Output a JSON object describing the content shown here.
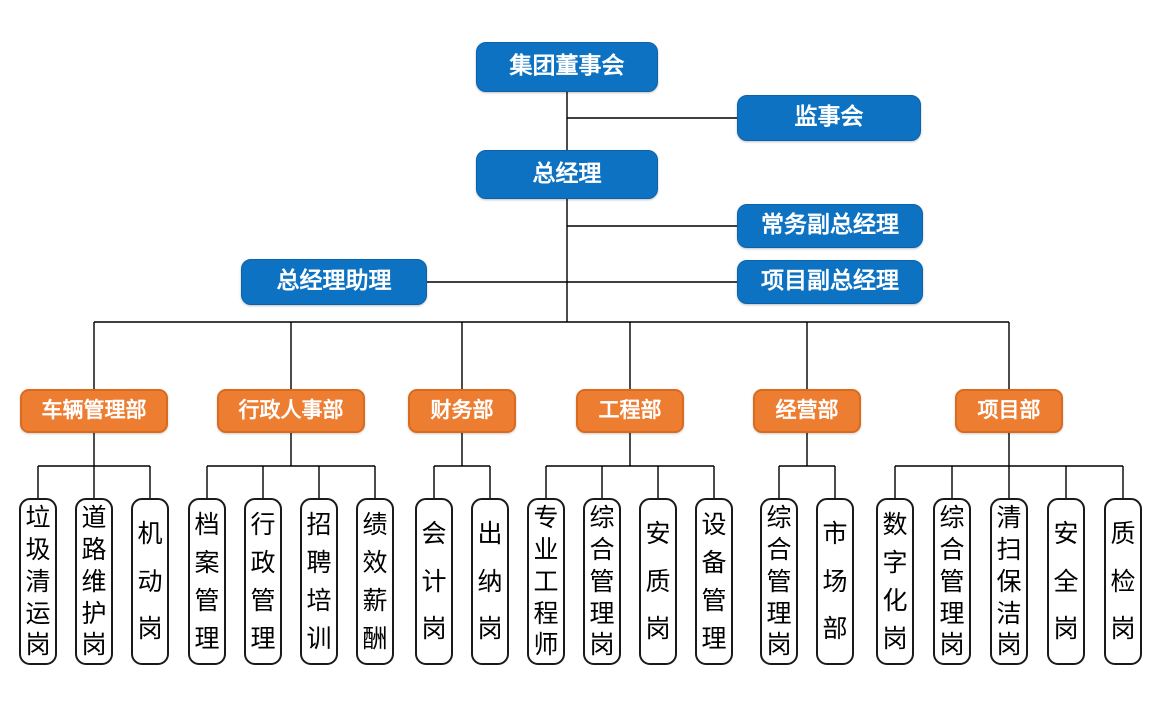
{
  "diagram": {
    "type": "org-chart",
    "colors": {
      "executive_fill": "#0E72C3",
      "executive_border": "#0B62AB",
      "department_fill": "#ED7D31",
      "department_border": "#D96B1F",
      "position_fill": "#FFFFFF",
      "position_border": "#1A1A1A",
      "connector": "#000000",
      "executive_text": "#FFFFFF",
      "position_text": "#000000",
      "background": "#FFFFFF"
    }
  },
  "nodes": {
    "board": "集团董事会",
    "supervisory_board": "监事会",
    "general_manager": "总经理",
    "executive_deputy_gm": "常务副总经理",
    "project_deputy_gm": "项目副总经理",
    "gm_assistant": "总经理助理",
    "departments": [
      {
        "label": "车辆管理部",
        "positions": [
          "垃圾清运岗",
          "道路维护岗",
          "机动岗"
        ]
      },
      {
        "label": "行政人事部",
        "positions": [
          "档案管理",
          "行政管理",
          "招聘培训",
          "绩效薪酬"
        ]
      },
      {
        "label": "财务部",
        "positions": [
          "会计岗",
          "出纳岗"
        ]
      },
      {
        "label": "工程部",
        "positions": [
          "专业工程师",
          "综合管理岗",
          "安质岗",
          "设备管理"
        ]
      },
      {
        "label": "经营部",
        "positions": [
          "综合管理岗",
          "市场部"
        ]
      },
      {
        "label": "项目部",
        "positions": [
          "数字化岗",
          "综合管理岗",
          "清扫保洁岗",
          "安全岗",
          "质检岗"
        ]
      }
    ]
  }
}
